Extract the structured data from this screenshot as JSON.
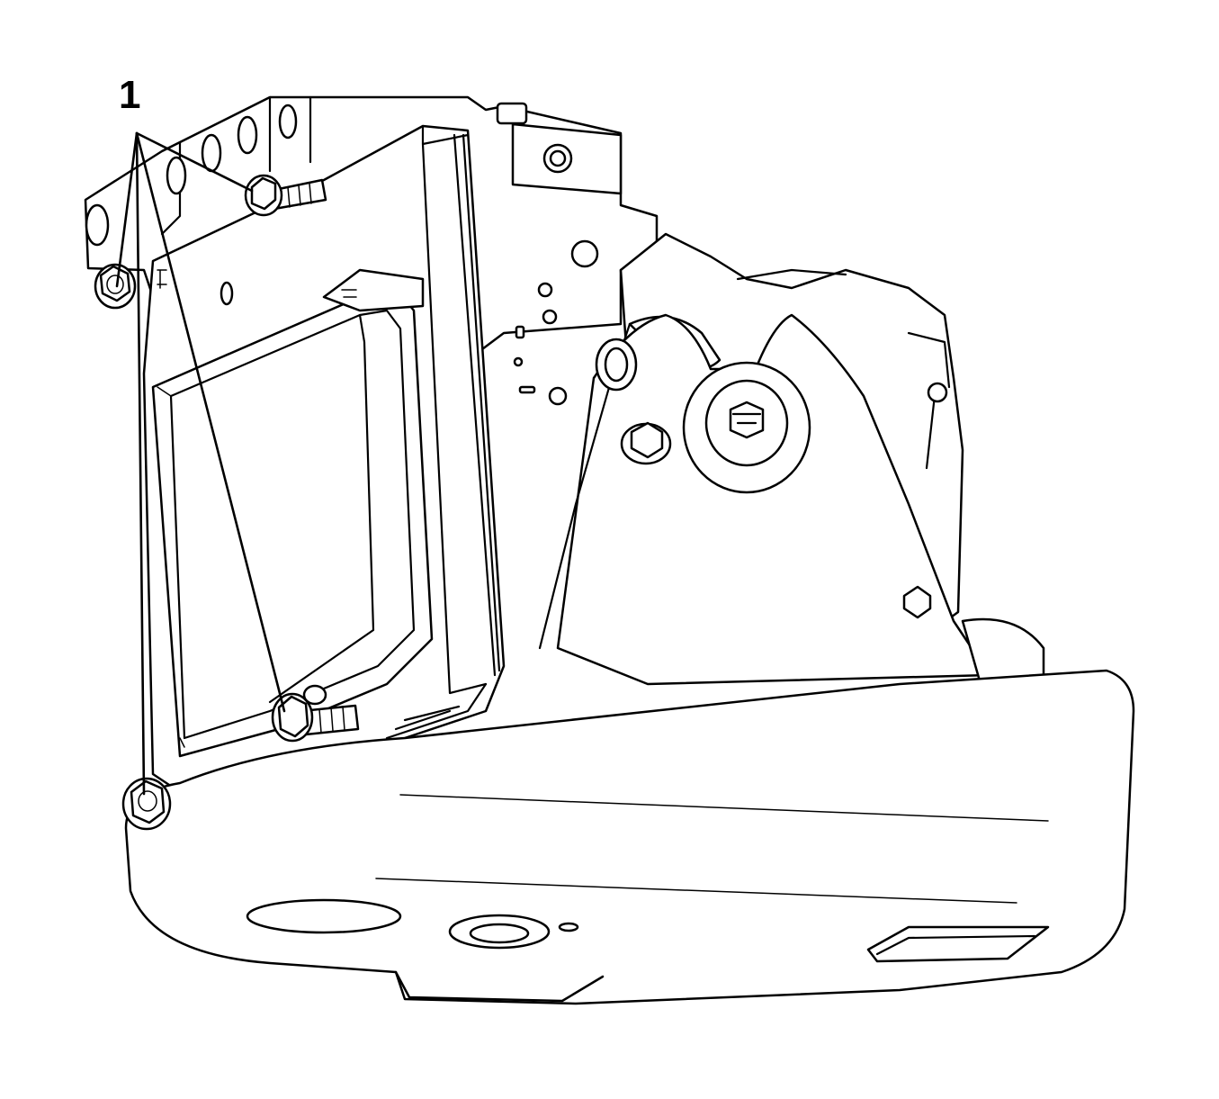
{
  "figure": {
    "callout_label": "1",
    "description_icon": "abs-modulator-assembly-drawing",
    "callout_target_count": 4
  }
}
